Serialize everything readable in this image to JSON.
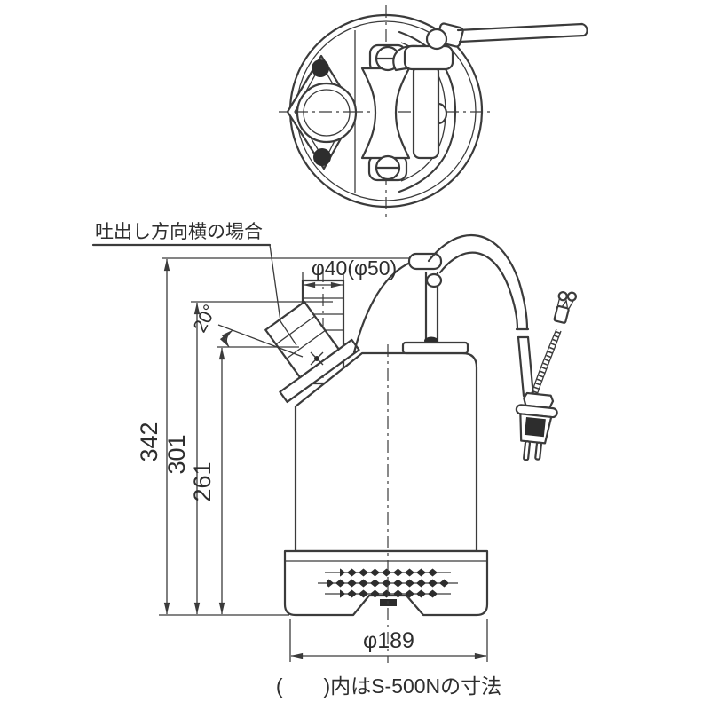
{
  "drawing": {
    "title": "吐出し方向横の場合",
    "note": "(　　)内はS-500Nの寸法",
    "dims": {
      "total_height": "342",
      "mid_height": "301",
      "port_height": "261",
      "angle": "20°",
      "port_diameter": "φ40(φ50)",
      "base_diameter": "φ189"
    },
    "colors": {
      "line": "#3b3b3b",
      "background": "#ffffff",
      "fill_dark": "#2d2d2d"
    }
  }
}
